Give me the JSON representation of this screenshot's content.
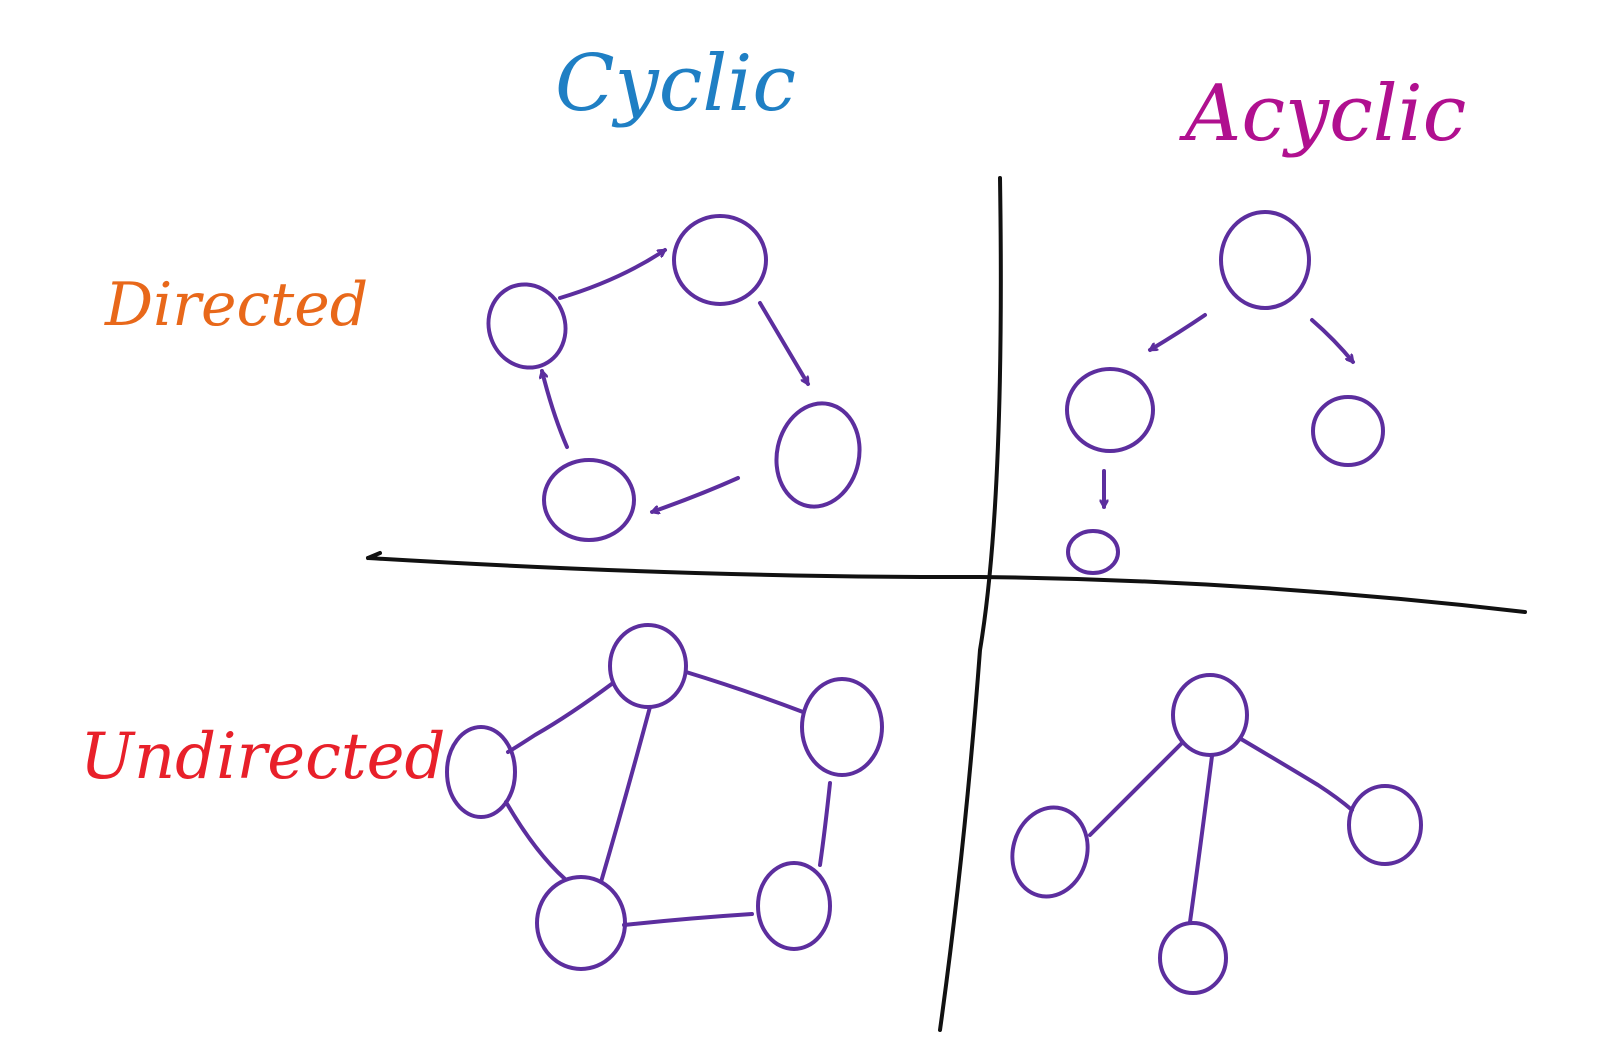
{
  "labels": {
    "cyclic": "Cyclic",
    "acyclic": "Acyclic",
    "directed": "Directed",
    "undirected": "Undirected"
  },
  "colors": {
    "cyclic": "#1f7fc4",
    "acyclic": "#b0108f",
    "directed": "#e8681a",
    "undirected": "#e8202a",
    "graph": "#5c2e9e",
    "axis": "#111111"
  }
}
